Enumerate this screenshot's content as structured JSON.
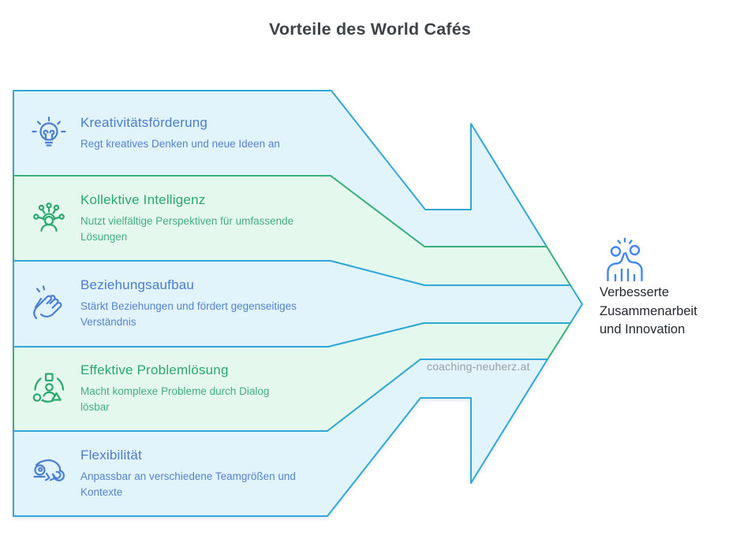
{
  "title": "Vorteile des World Cafés",
  "watermark": "coaching-neuherz.at",
  "bands": [
    {
      "theme": "blue",
      "icon": "lightbulb-icon",
      "title": "Kreativitätsförderung",
      "description": "Regt kreatives Denken und neue Ideen an"
    },
    {
      "theme": "green",
      "icon": "collective-intelligence-icon",
      "title": "Kollektive Intelligenz",
      "description": "Nutzt vielfältige Perspektiven für umfassende\nLösungen"
    },
    {
      "theme": "blue",
      "icon": "high-five-hands-icon",
      "title": "Beziehungsaufbau",
      "description": "Stärkt Beziehungen und fördert gegenseitiges\nVerständnis"
    },
    {
      "theme": "green",
      "icon": "problem-solving-icon",
      "title": "Effektive Problemlösung",
      "description": "Macht komplexe Probleme durch Dialog\nlösbar"
    },
    {
      "theme": "blue",
      "icon": "chameleon-icon",
      "title": "Flexibilität",
      "description": "Anpassbar an verschiedene Teamgrößen und\nKontexte"
    }
  ],
  "outcome": {
    "icon": "teamwork-high-five-icon",
    "label": "Verbesserte\nZusammenarbeit\nund Innovation"
  },
  "colors": {
    "title_text": "#3d4347",
    "blue_band_fill": "#e1f3fb",
    "blue_band_stroke": "#31a7d8",
    "blue_band_text": "#4a7cd2",
    "green_band_fill": "#e4f8ee",
    "green_band_stroke": "#38b07a",
    "green_band_text": "#2aa86e",
    "outcome_icon": "#4285f4",
    "outcome_text": "#24292e",
    "watermark_text": "#9aa0a6"
  }
}
